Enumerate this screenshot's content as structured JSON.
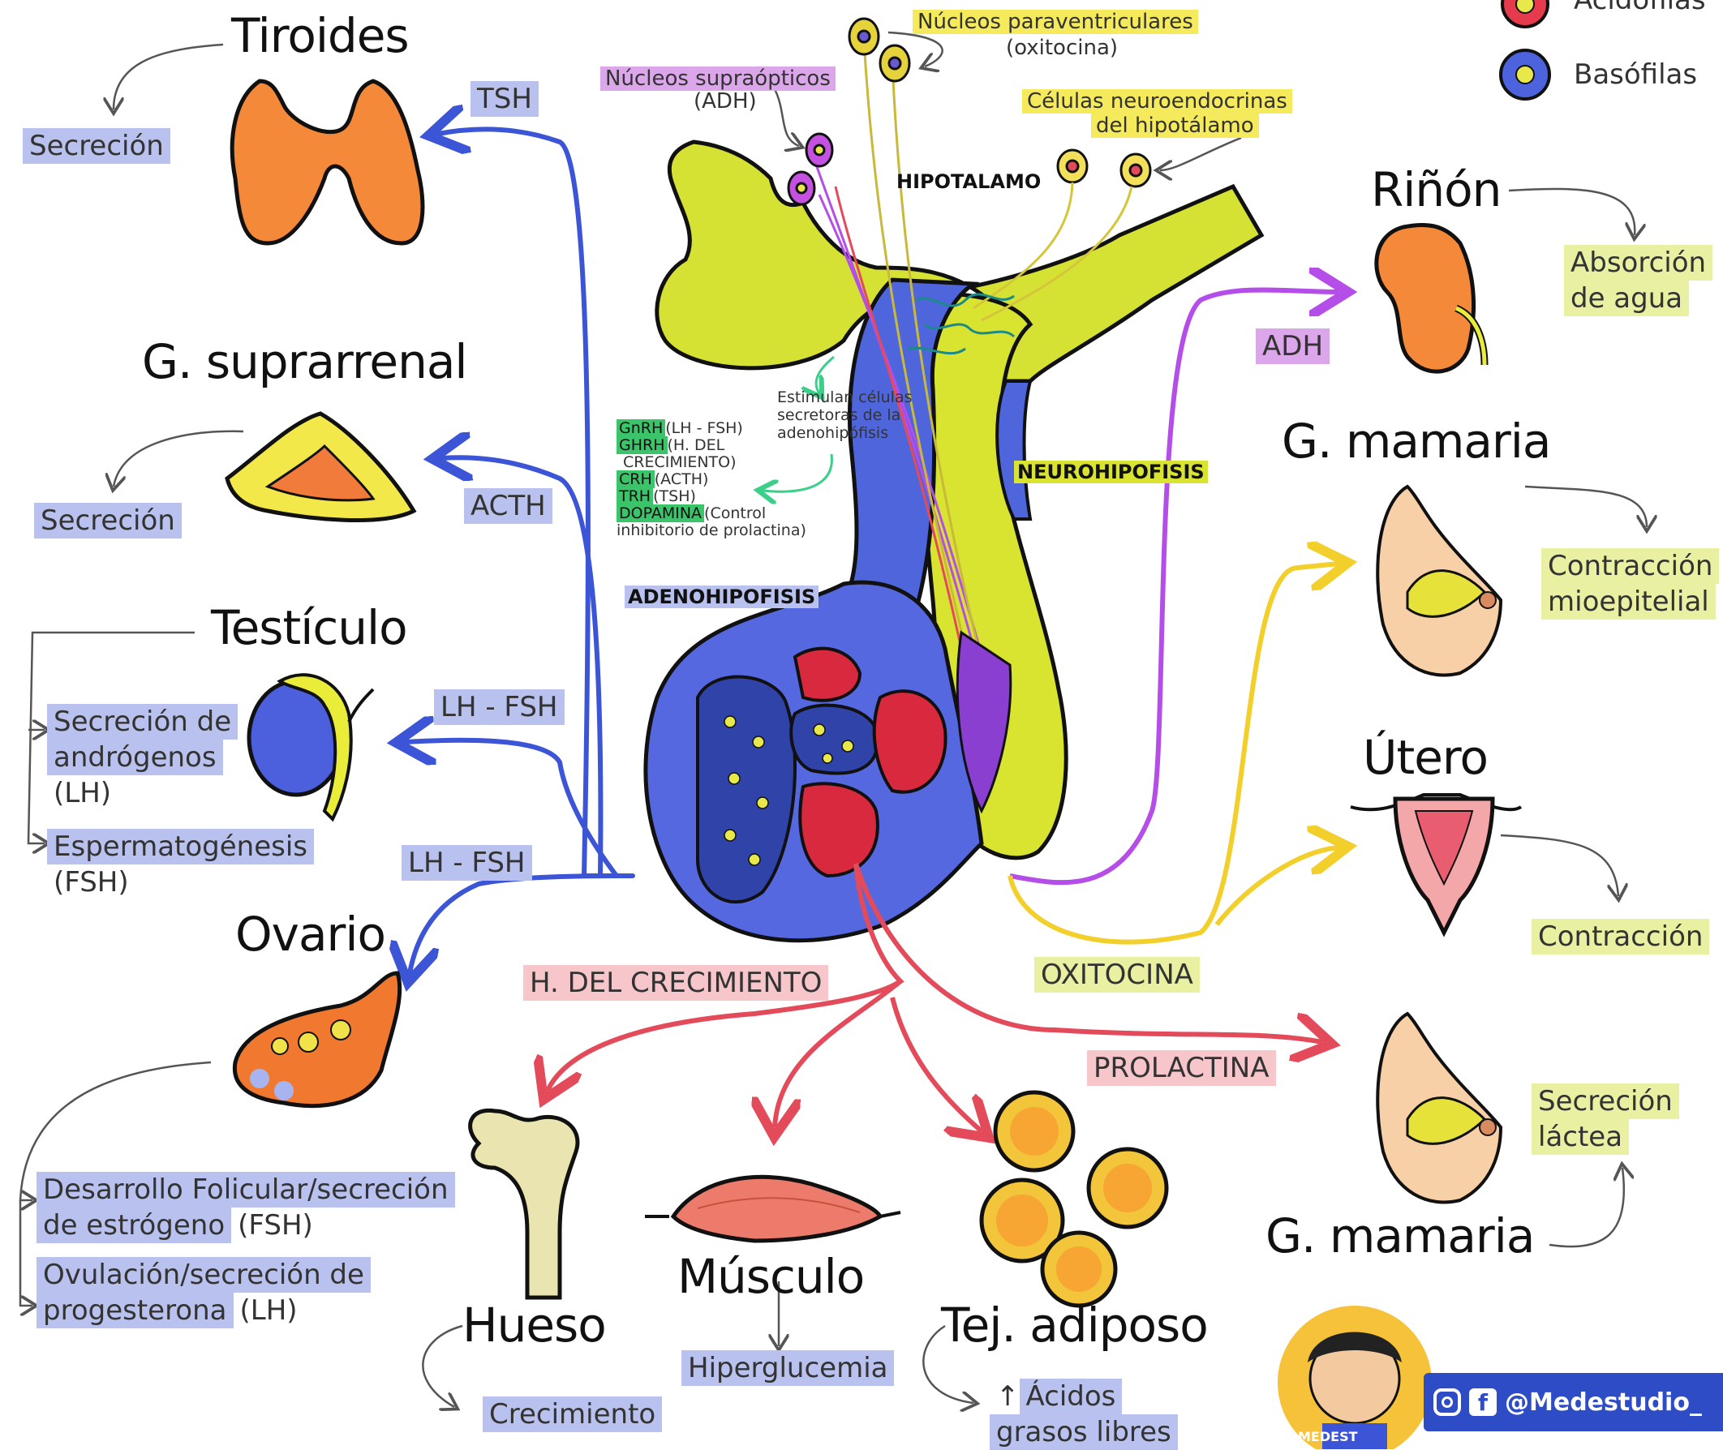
{
  "legend": {
    "acid": "Acidófilas",
    "baso": "Basófilas"
  },
  "hypothalamus": {
    "label": "HIPOTALAMO",
    "paraventricular": "Núcleos paraventriculares",
    "paraventricular_sub": "(oxitocina)",
    "supraoptic": "Núcleos supraópticos",
    "supraoptic_sub": "(ADH)",
    "neuroendocrine_1": "Células neuroendocrinas",
    "neuroendocrine_2": "del hipotálamo",
    "stimulate_1": "Estimulan células",
    "stimulate_2": "secretoras de la",
    "stimulate_3": "adenohipófisis"
  },
  "releasing": [
    {
      "tag": "GnRH",
      "text": "(LH - FSH)"
    },
    {
      "tag": "GHRH",
      "text": "(H. DEL"
    },
    {
      "tag": "",
      "text": "CRECIMIENTO)"
    },
    {
      "tag": "CRH",
      "text": "(ACTH)"
    },
    {
      "tag": "TRH",
      "text": "(TSH)"
    },
    {
      "tag": "DOPAMINA",
      "text": "(Control"
    },
    {
      "tag": "",
      "text": "inhibitorio de prolactina)"
    }
  ],
  "pituitary": {
    "adeno": "ADENOHIPOFISIS",
    "neuro": "NEUROHIPOFISIS"
  },
  "left": {
    "thyroid": {
      "title": "Tiroides",
      "effect": "Secreción",
      "hormone": "TSH"
    },
    "adrenal": {
      "title": "G. suprarrenal",
      "effect": "Secreción",
      "hormone": "ACTH"
    },
    "testis": {
      "title": "Testículo",
      "effect1_l1": "Secreción de",
      "effect1_l2": "andrógenos",
      "effect1_l3": "(LH)",
      "effect2_l1": "Espermatogénesis",
      "effect2_l2": "(FSH)",
      "hormone": "LH - FSH"
    },
    "ovary": {
      "title": "Ovario",
      "effect1_l1": "Desarrollo Folicular/secreción",
      "effect1_l2": "de estrógeno",
      "effect1_l2b": "(FSH)",
      "effect2_l1": "Ovulación/secreción de",
      "effect2_l2": "progesterona",
      "effect2_l2b": "(LH)",
      "hormone": "LH - FSH"
    }
  },
  "bottom": {
    "gh": "H. DEL CRECIMIENTO",
    "bone": {
      "title": "Hueso",
      "effect": "Crecimiento"
    },
    "muscle": {
      "title": "Músculo",
      "effect": "Hiperglucemia"
    },
    "fat": {
      "title": "Tej. adiposo",
      "effect_arrow": "↑",
      "effect_l1": "Ácidos",
      "effect_l2": "grasos libres"
    }
  },
  "right": {
    "kidney": {
      "title": "Riñón",
      "effect_l1": "Absorción",
      "effect_l2": "de agua",
      "hormone": "ADH"
    },
    "breast1": {
      "title": "G. mamaria",
      "effect_l1": "Contracción",
      "effect_l2": "mioepitelial"
    },
    "uterus": {
      "title": "Útero",
      "effect": "Contracción"
    },
    "oxytocin": "OXITOCINA",
    "prolactin": "PROLACTINA",
    "breast2": {
      "title": "G. mamaria",
      "effect_l1": "Secreción",
      "effect_l2": "láctea"
    }
  },
  "brand": {
    "handle": "@Medestudio_",
    "avatar_text": "MEDEST"
  },
  "colors": {
    "blue_arrow": "#3b55d6",
    "red_arrow": "#e34b5b",
    "yellow_arrow": "#f2cf2a",
    "purple_arrow": "#b54ee8",
    "neuro_yellow": "#d7e432",
    "adeno_blue": "#5b6fe0",
    "organ_orange": "#f5893a"
  }
}
